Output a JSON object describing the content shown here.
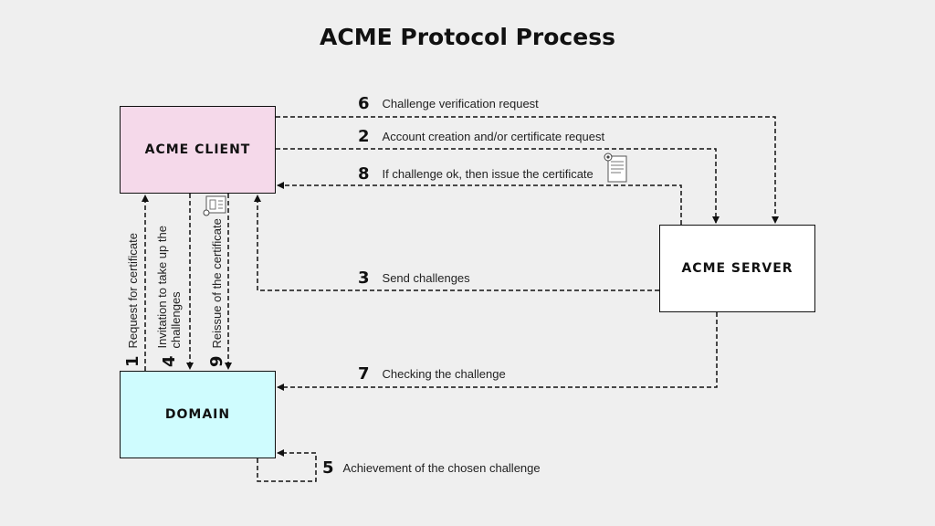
{
  "title": "ACME Protocol Process",
  "boxes": {
    "client": "ACME CLIENT",
    "server": "ACME SERVER",
    "domain": "DOMAIN"
  },
  "steps": [
    {
      "num": "6",
      "label": "Challenge verification request"
    },
    {
      "num": "2",
      "label": "Account creation and/or certificate request"
    },
    {
      "num": "8",
      "label": "If challenge ok, then issue the certificate"
    },
    {
      "num": "3",
      "label": "Send challenges"
    },
    {
      "num": "7",
      "label": "Checking the challenge"
    },
    {
      "num": "5",
      "label": "Achievement of the chosen challenge"
    },
    {
      "num": "1",
      "label": "Request  for certificate"
    },
    {
      "num": "4",
      "label_line1": "Invitation to take up the",
      "label_line2": "challenges"
    },
    {
      "num": "9",
      "label": "Reissue of the certificate"
    }
  ],
  "icons": {
    "certificate": "certificate-icon",
    "badge": "badge-icon"
  }
}
